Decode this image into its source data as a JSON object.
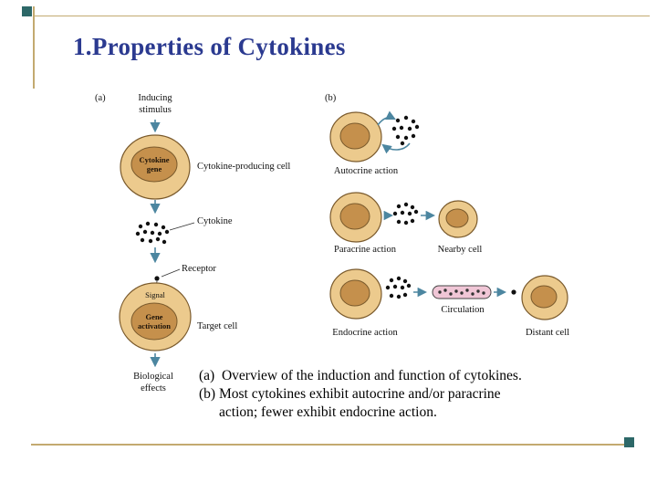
{
  "slide": {
    "title": "1.Properties of Cytokines"
  },
  "panel_a": {
    "label": "(a)",
    "inducing_stimulus": "Inducing\nstimulus",
    "cytokine_gene": "Cytokine\ngene",
    "producing_cell": "Cytokine-producing cell",
    "cytokine": "Cytokine",
    "receptor": "Receptor",
    "signal": "Signal",
    "gene_activation": "Gene\nactivation",
    "target_cell": "Target cell",
    "biological_effects": "Biological\neffects"
  },
  "panel_b": {
    "label": "(b)",
    "autocrine_action": "Autocrine action",
    "paracrine_action": "Paracrine action",
    "nearby_cell": "Nearby cell",
    "endocrine_action": "Endocrine action",
    "circulation": "Circulation",
    "distant_cell": "Distant cell"
  },
  "caption": {
    "line1": "(a)  Overview of the induction and function of cytokines.",
    "line2": "(b) Most cytokines exhibit autocrine and/or paracrine",
    "line3": "action; fewer exhibit endocrine action."
  },
  "colors": {
    "title_blue": "#2b3a90",
    "accent_gold": "#c3aa70",
    "corner_square_teal": "#2d6868",
    "cell_fill": "#ecca8d",
    "cell_border": "#7a5a2c",
    "nucleus_fill": "#c5904c",
    "arrow_teal": "#4c86a0",
    "capsule_pink": "#f0c6d6"
  }
}
